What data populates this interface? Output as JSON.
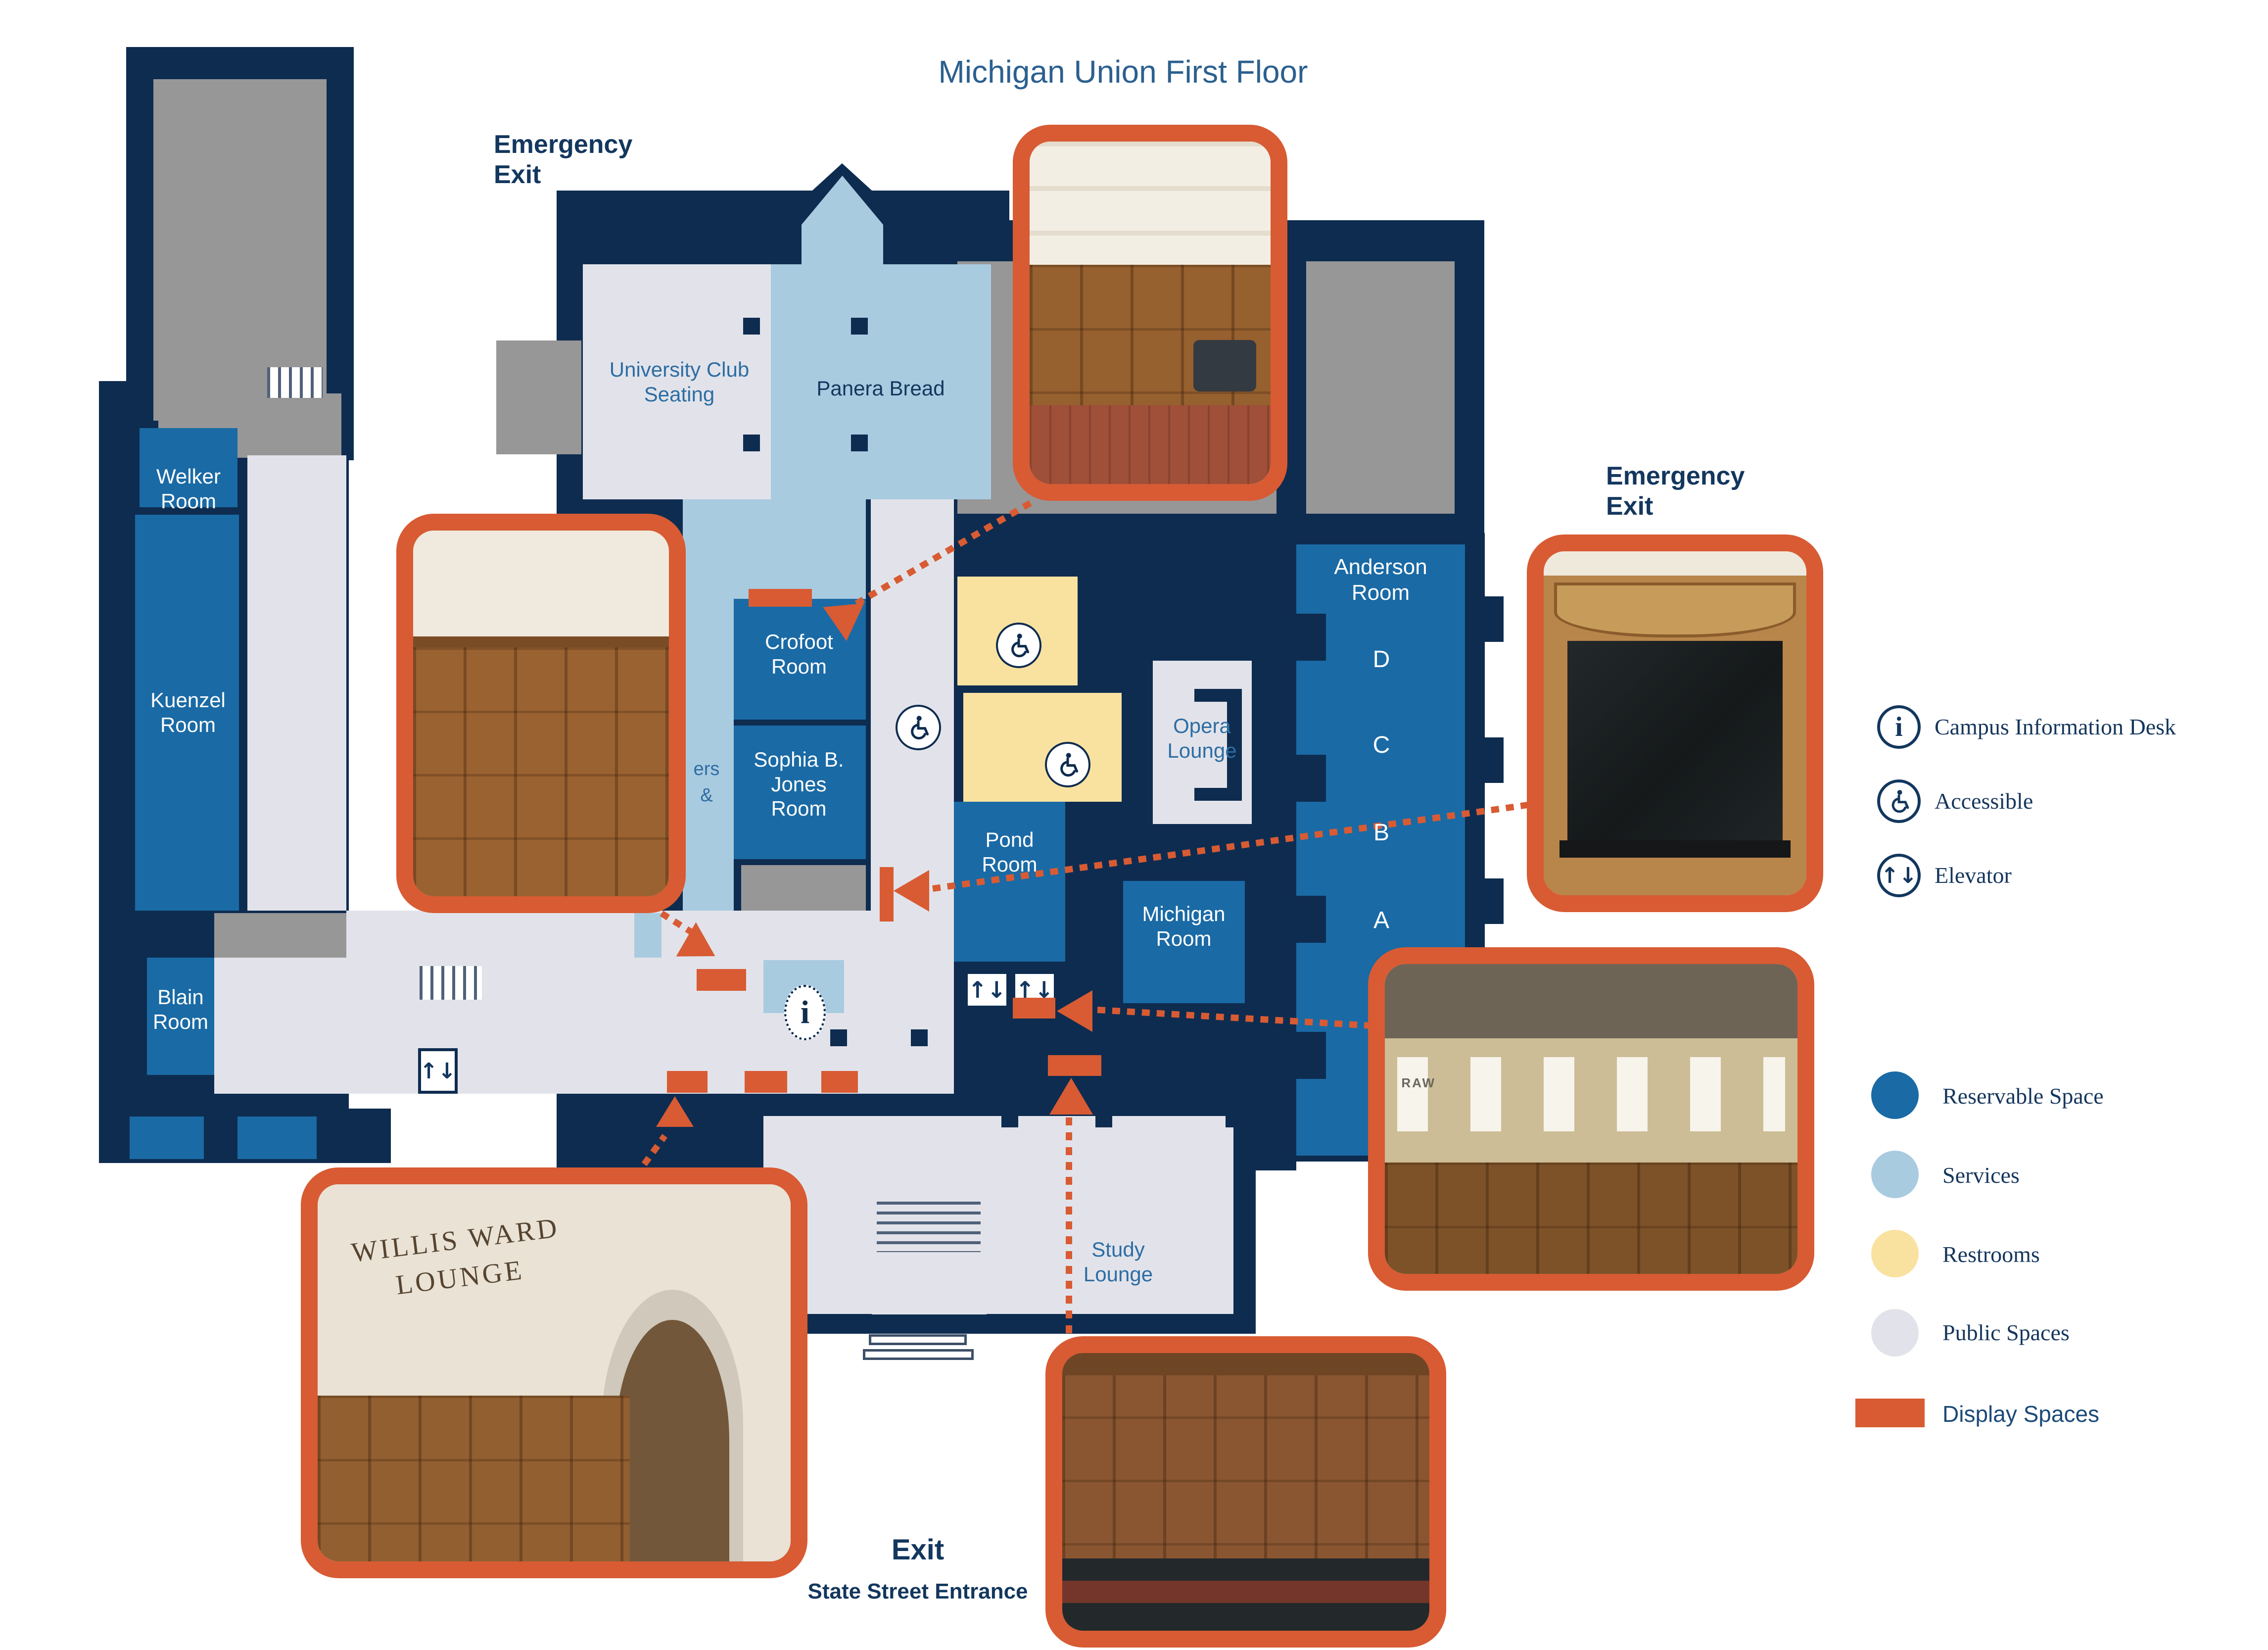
{
  "title": "Michigan Union First Floor",
  "map": {
    "emergency_exit": "Emergency Exit",
    "rooms": {
      "welker": "Welker Room",
      "kuenzel": "Kuenzel Room",
      "blain": "Blain Room",
      "university_club": "University Club Seating",
      "panera": "Panera Bread",
      "crofoot": "Crofoot Room",
      "sophia": "Sophia B. Jones Room",
      "services_fragment": "ers &",
      "pond": "Pond Room",
      "michigan": "Michigan Room",
      "opera": "Opera Lounge",
      "anderson": "Anderson Room",
      "study": "Study Lounge"
    },
    "anderson_sections": [
      "D",
      "C",
      "B",
      "A"
    ],
    "exit": {
      "label": "Exit",
      "sub": "State Street Entrance"
    }
  },
  "legend": {
    "symbols": [
      {
        "icon": "info-icon",
        "label": "Campus Information Desk"
      },
      {
        "icon": "accessible-icon",
        "label": "Accessible"
      },
      {
        "icon": "elevator-icon",
        "label": "Elevator"
      }
    ],
    "areas": [
      {
        "color": "#1a6aa5",
        "label": "Reservable Space"
      },
      {
        "color": "#a9cbe0",
        "label": "Services"
      },
      {
        "color": "#f9e2a0",
        "label": "Restrooms"
      },
      {
        "color": "#e2e3ea",
        "label": "Public Spaces"
      }
    ],
    "display": {
      "color": "#d85b33",
      "label": "Display Spaces"
    }
  },
  "photos": {
    "willis_sign": "WILLIS WARD LOUNGE",
    "raw_poster": "RAW"
  },
  "colors": {
    "wall": "#0e2c50",
    "reservable": "#1a6aa5",
    "services": "#a9cbe0",
    "restrooms": "#f9e2a0",
    "public_spaces": "#e2e3ea",
    "non_public": "#979797",
    "display": "#d85b33",
    "label_blue": "#2d6da4",
    "text_navy": "#13375e"
  }
}
